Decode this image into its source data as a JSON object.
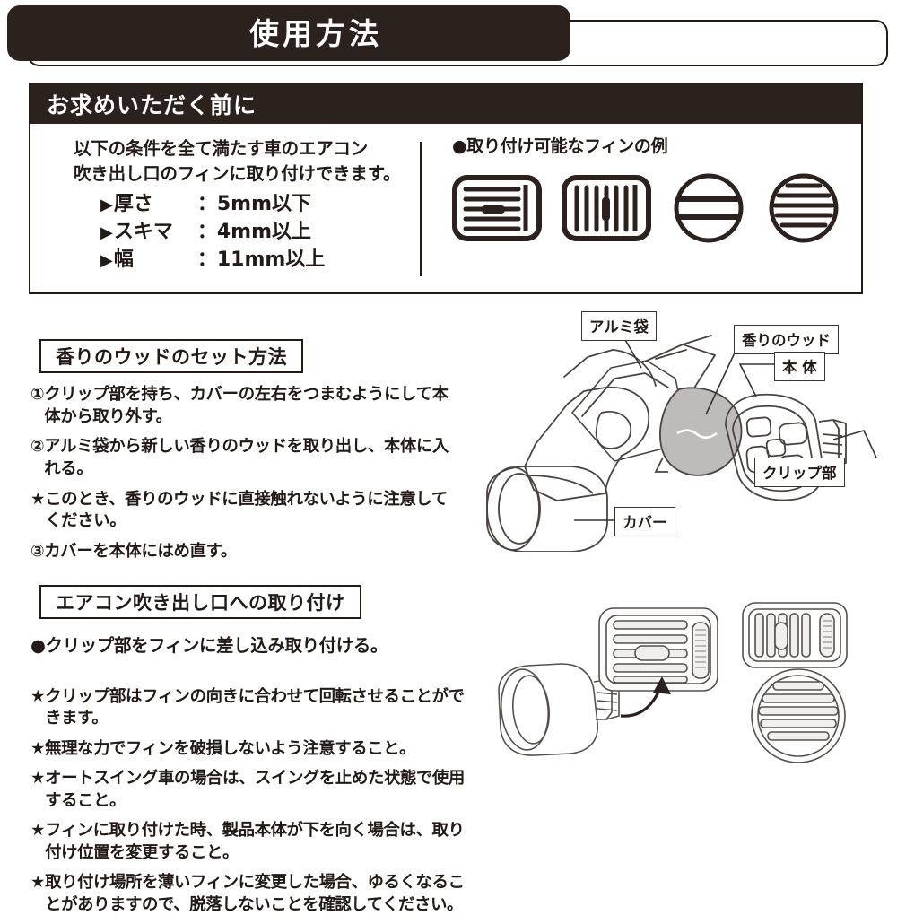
{
  "header": {
    "title": "使用方法"
  },
  "section_requirements": {
    "heading": "お求めいただく前に",
    "intro_line1": "以下の条件を全て満たす車のエアコン",
    "intro_line2": "吹き出し口のフィンに取り付けできます。",
    "bullet_marker": "▶",
    "conditions": [
      {
        "term": "厚さ",
        "sep": "：",
        "value": "5mm以下"
      },
      {
        "term": "スキマ",
        "sep": "：",
        "value": "4mm以上"
      },
      {
        "term": "幅",
        "sep": "：",
        "value": "11mm以上"
      }
    ],
    "fin_examples_heading": "●取り付け可能なフィンの例",
    "fin_examples": [
      {
        "name": "rect-horizontal-slats-vent-icon"
      },
      {
        "name": "rect-vertical-slats-vent-icon"
      },
      {
        "name": "circle-two-bar-vent-icon"
      },
      {
        "name": "circle-horizontal-slats-vent-icon"
      }
    ]
  },
  "section_set_wood": {
    "heading": "香りのウッドのセット方法",
    "steps": [
      {
        "marker": "①",
        "text": "クリップ部を持ち、カバーの左右をつまむようにして本体から取り外す。"
      },
      {
        "marker": "②",
        "text": "アルミ袋から新しい香りのウッドを取り出し、本体に入れる。"
      },
      {
        "marker": "★",
        "text": "このとき、香りのウッドに直接触れないように注意してください。"
      },
      {
        "marker": "③",
        "text": "カバーを本体にはめ直す。"
      }
    ],
    "diagram_labels": {
      "aluminum_pouch": "アルミ袋",
      "fragrance_wood": "香りのウッド",
      "main_body": "本 体",
      "clip_part": "クリップ部",
      "cover": "カバー"
    }
  },
  "section_install": {
    "heading": "エアコン吹き出し口への取り付け",
    "lead": "●クリップ部をフィンに差し込み取り付ける。",
    "notes": [
      {
        "marker": "★",
        "text": "クリップ部はフィンの向きに合わせて回転させることができます。"
      },
      {
        "marker": "★",
        "text": "無理な力でフィンを破損しないよう注意すること。"
      },
      {
        "marker": "★",
        "text": "オートスイング車の場合は、スイングを止めた状態で使用すること。"
      },
      {
        "marker": "★",
        "text": "フィンに取り付けた時、製品本体が下を向く場合は、取り付け位置を変更すること。"
      },
      {
        "marker": "★",
        "text": "取り付け場所を薄いフィンに変更した場合、ゆるくなることがありますので、脱落しないことを確認してください。"
      }
    ]
  },
  "colors": {
    "ink": "#2b211d",
    "line": "#3a3330",
    "paper": "#ffffff",
    "wood_fill": "#b9b8b6"
  }
}
